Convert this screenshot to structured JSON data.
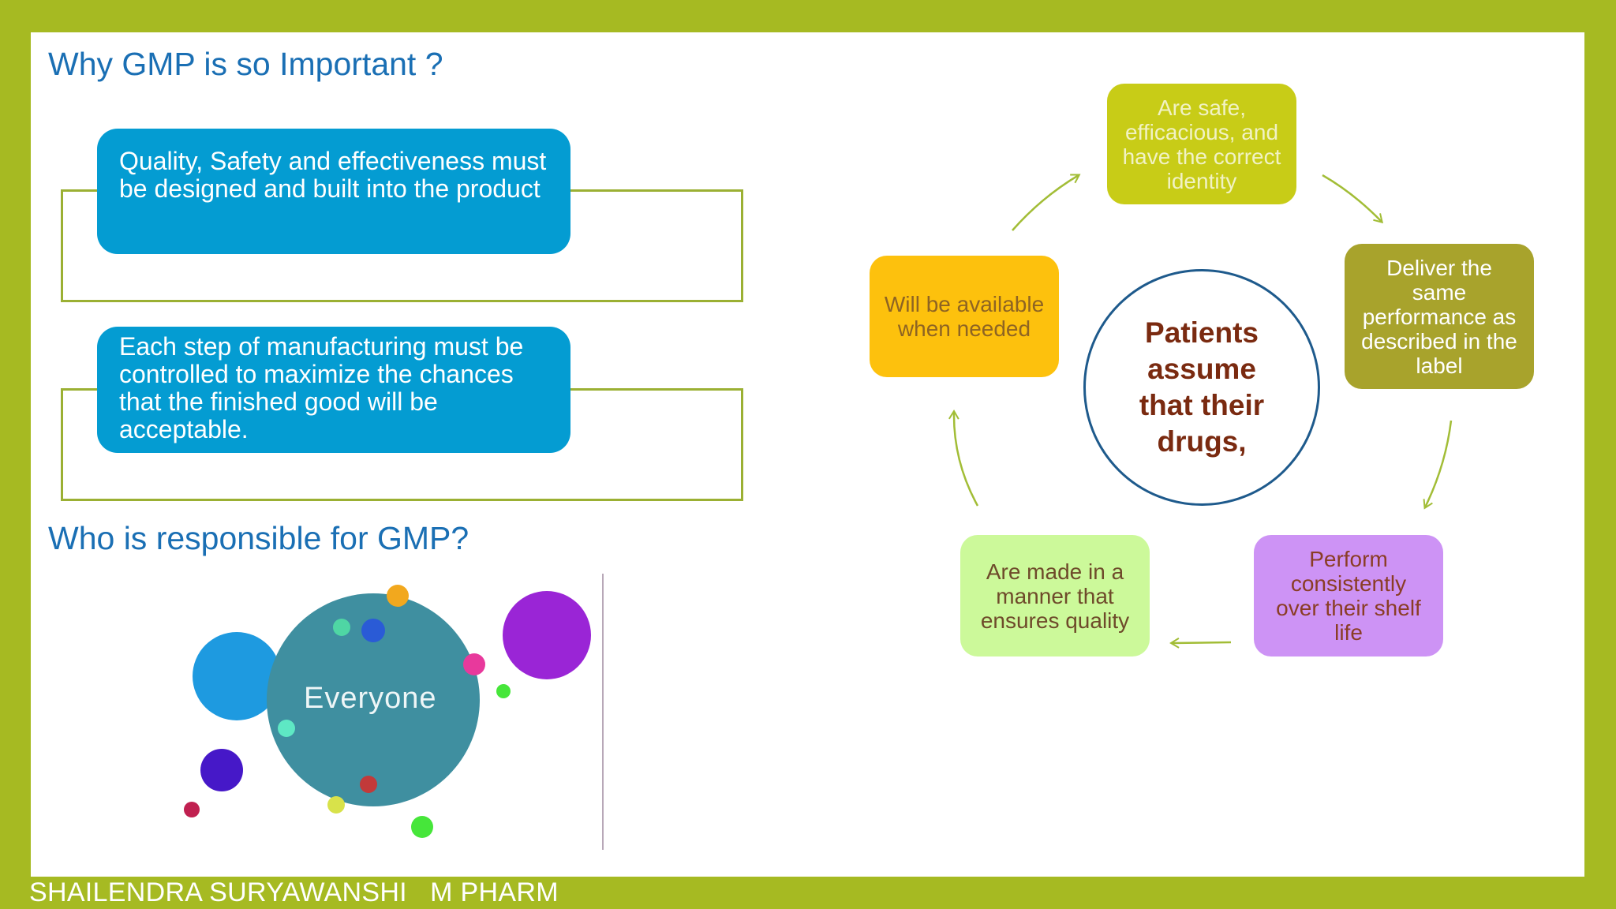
{
  "headings": {
    "why": "Why GMP is so Important ?",
    "who": "Who is responsible for GMP?"
  },
  "cards": [
    "Quality, Safety and effectiveness must be designed and built into the product",
    "Each step of  manufacturing must be controlled to maximize the chances that the finished good will be acceptable."
  ],
  "everyone": {
    "label": "Everyone",
    "colors": {
      "main": "#3f8fa0",
      "bubbles": [
        "#1e9ae0",
        "#9a25d6",
        "#4618c8",
        "#2a5bd6",
        "#f2a81e",
        "#e8399c",
        "#4fd6a4",
        "#c23a3a",
        "#46e63a",
        "#d8e24a",
        "#5ee8c4",
        "#c02050"
      ]
    }
  },
  "cycle": {
    "center": "Patients assume that their drugs,",
    "nodes": [
      {
        "text": "Are safe, efficacious, and have the correct identity",
        "bg": "#c8cc17",
        "color": "#f1f2c4"
      },
      {
        "text": "Deliver the same performance as described in the label",
        "bg": "#a8a32c",
        "color": "#ffffff"
      },
      {
        "text": "Perform consistently over their shelf life",
        "bg": "#cd93f5",
        "color": "#8a3d25"
      },
      {
        "text": "Are made in a manner that ensures quality",
        "bg": "#ccf99a",
        "color": "#6e4a2a"
      },
      {
        "text": "Will be available when needed",
        "bg": "#fdc10d",
        "color": "#8e6423"
      }
    ],
    "arrow_color": "#a2bd36"
  },
  "footer": "SHAILENDRA SURYAWANSHI   M PHARM"
}
